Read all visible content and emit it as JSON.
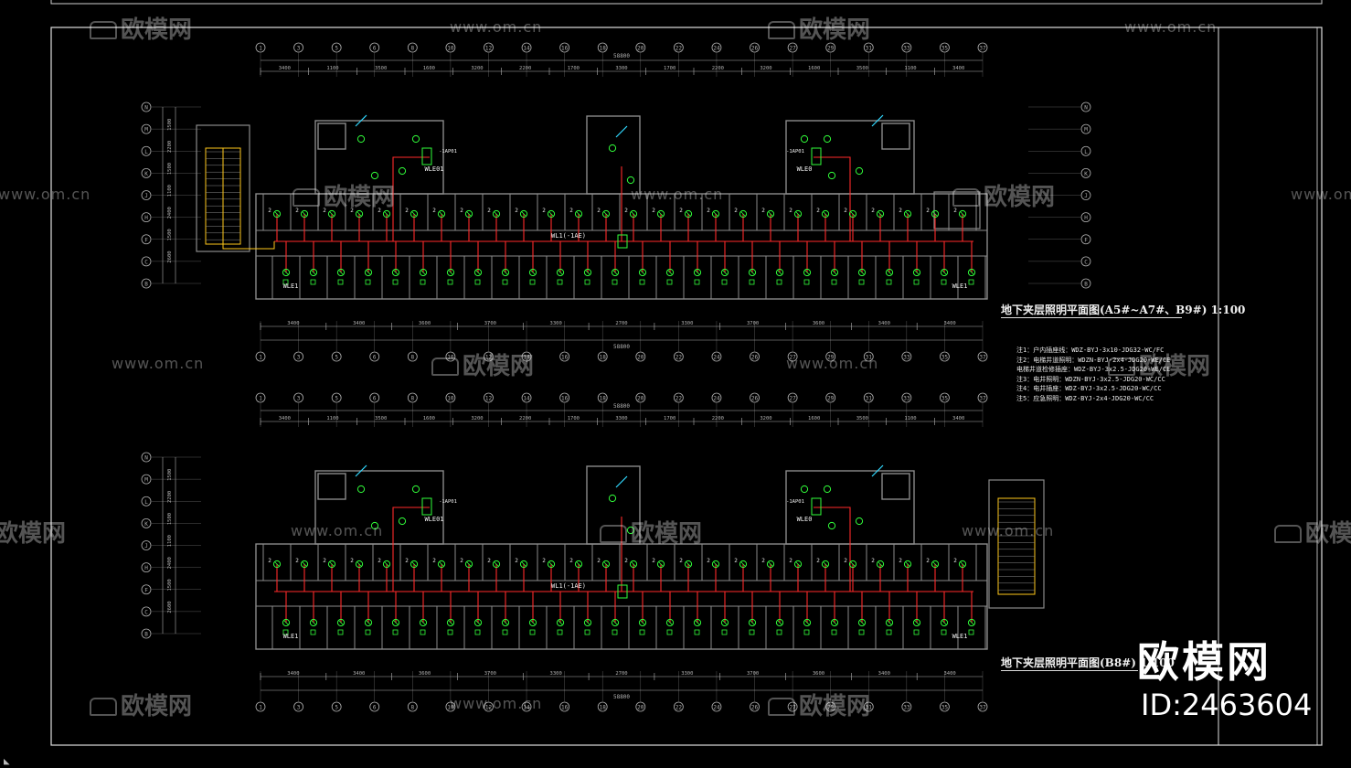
{
  "drawing": {
    "plan_a_title": "地下夹层照明平面图(A5#~A7#、B9#) 1:100",
    "plan_b_title": "地下夹层照明平面图(B8#) 1:100",
    "notes": [
      "注1：户内插座线：WDZ-BYJ-3x10-JDG32-WC/FC",
      "注2：电梯井道照明：WDZN-BYJ-2x4-JDG20-WE/CE",
      "     电梯井道检修插座：WDZ-BYJ-3x2.5-JDG20-WE/CE",
      "注3：电井照明：WDZN-BYJ-3x2.5-JDG20-WC/CC",
      "注4：电井插座：WDZ-BYJ-3x2.5-JDG20-WC/CC",
      "注5：应急照明：WDZ-BYJ-2x4-JDG20-WC/CC"
    ],
    "overall_dim": "58800",
    "top_dims": [
      "3400",
      "1100",
      "3500",
      "1600",
      "3200",
      "2200",
      "1700",
      "3300",
      "1700",
      "2200",
      "3200",
      "1600",
      "3500",
      "1100",
      "3400"
    ],
    "bottom_dims": [
      "3400",
      "3400",
      "3600",
      "3700",
      "3300",
      "2700",
      "3300",
      "3700",
      "3600",
      "3400",
      "3400"
    ],
    "axis_labels": [
      "1",
      "3",
      "5",
      "6",
      "8",
      "10",
      "12",
      "14",
      "16",
      "18",
      "20",
      "22",
      "24",
      "26",
      "27",
      "29",
      "31",
      "33",
      "35",
      "37"
    ],
    "row_labels_left": [
      "N",
      "M",
      "L",
      "K",
      "J",
      "H",
      "F",
      "C",
      "B"
    ],
    "row_dims": [
      "1500",
      "2200",
      "1500",
      "1100",
      "2400",
      "1500",
      "2600"
    ],
    "circuit_labels": [
      "WL1(-1AE)",
      "WLE01",
      "WLE0",
      "WLE1",
      "-1AP01"
    ],
    "fixture_tags": [
      "2",
      "2",
      "2",
      "2",
      "2",
      "2",
      "2",
      "2",
      "2",
      "2",
      "2",
      "2"
    ],
    "zoom_note": ""
  },
  "watermarks": {
    "url": "www.om.cn",
    "brand": "欧模网"
  },
  "badge": {
    "brand": "欧模网",
    "id_text": "ID:2463604"
  },
  "colors": {
    "background": "#000000",
    "walls": "#8a8a8a",
    "frame": "#ffffff",
    "circuit": "#ff2a2a",
    "fixture": "#31ff3a",
    "dim": "#b0b0b0",
    "stair": "#ffc81a",
    "riser": "#30d8ff"
  }
}
